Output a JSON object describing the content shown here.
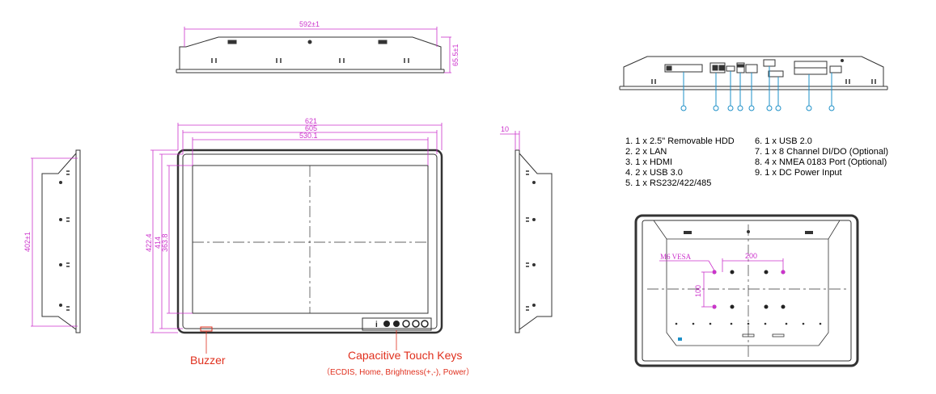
{
  "dimensions": {
    "top_width": "592±1",
    "top_depth": "65.5±1",
    "front_outer_width": "621",
    "front_bezel_width": "605",
    "front_active_width": "530.1",
    "front_outer_height": "422.4",
    "front_bezel_height": "414",
    "front_active_height": "363.8",
    "left_height": "402±1",
    "right_depth": "10"
  },
  "ports": {
    "col1": [
      "1. 1 x 2.5\" Removable HDD",
      "2. 2 x LAN",
      "3. 1 x HDMI",
      "4. 2 x USB 3.0",
      "5. 1 x RS232/422/485"
    ],
    "col2": [
      "6. 1 x USB 2.0",
      "7. 1 x 8 Channel DI/DO (Optional)",
      "8. 4 x NMEA 0183 Port (Optional)",
      "9. 1 x DC Power Input"
    ]
  },
  "callouts": {
    "buzzer": "Buzzer",
    "touch_keys": "Capacitive Touch Keys",
    "touch_keys_detail": "（ECDIS, Home, Brightness(+,-), Power）"
  },
  "rear": {
    "vesa_label": "M6 VESA",
    "vesa_h": "200",
    "vesa_v": "100"
  },
  "colors": {
    "dimension": "#cc33cc",
    "callout": "#e0301e",
    "port_marker": "#1e90c8",
    "line": "#333333"
  }
}
